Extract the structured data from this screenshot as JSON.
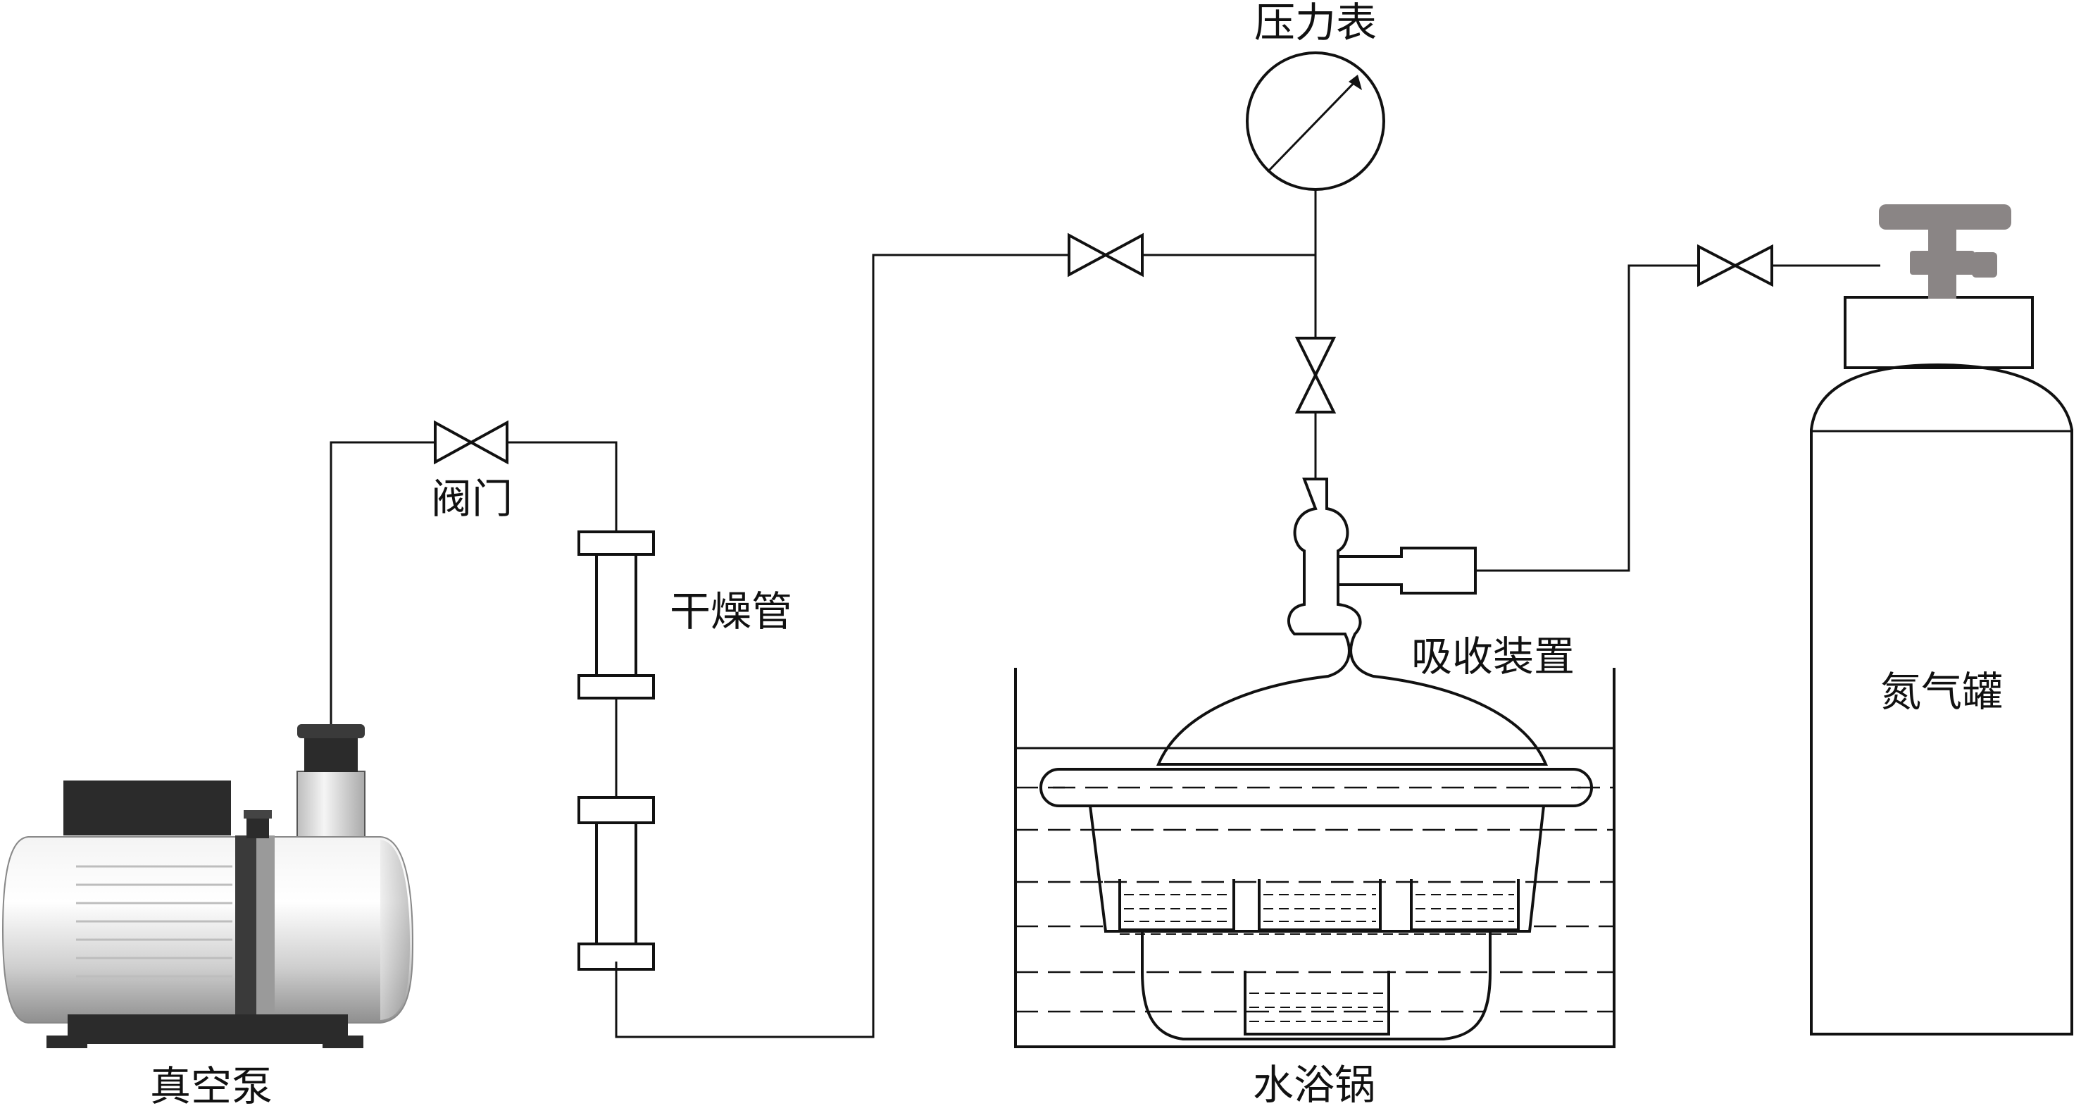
{
  "labels": {
    "pressure_gauge": "压力表",
    "valve": "阀门",
    "drying_tube": "干燥管",
    "absorption_device": "吸收装置",
    "nitrogen_tank": "氮气罐",
    "vacuum_pump": "真空泵",
    "water_bath": "水浴锅"
  },
  "colors": {
    "line": "#111111",
    "pump_dark": "#2b2b2b",
    "pump_body": "#d9d9d9",
    "valve_handle": "#8a8585"
  }
}
